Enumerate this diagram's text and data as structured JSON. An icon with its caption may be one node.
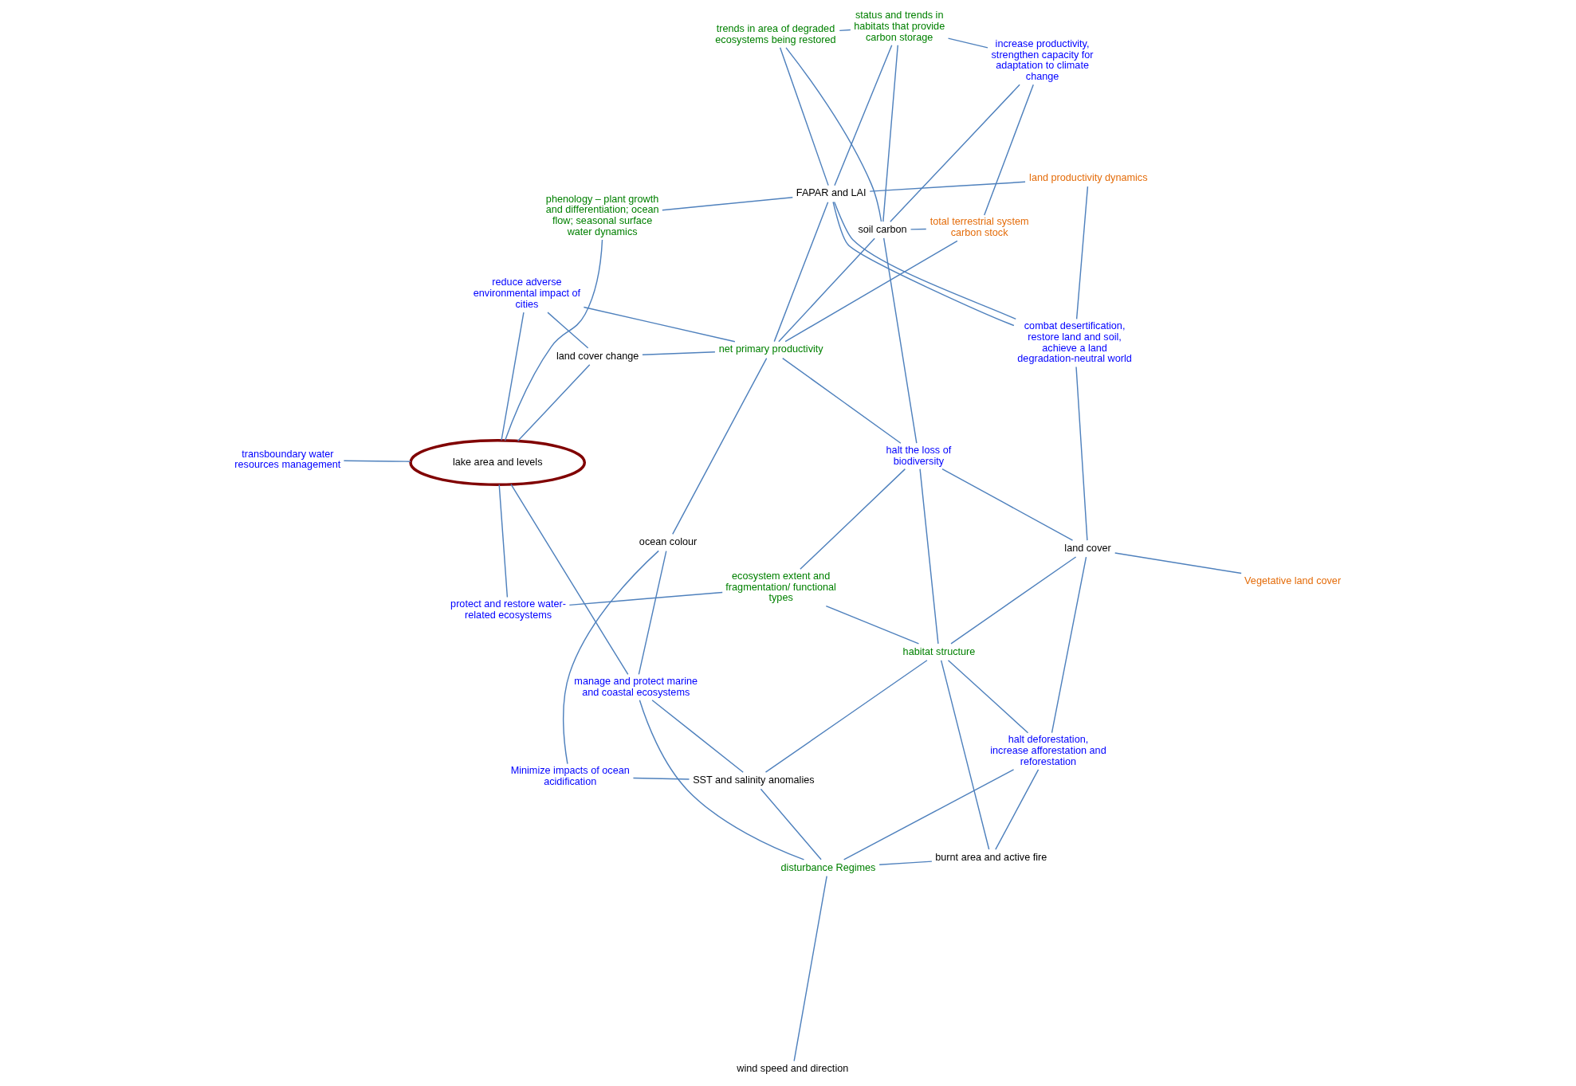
{
  "diagram": {
    "nodes": [
      {
        "text": [
          "transboundary water resources management"
        ]
      },
      {
        "text": [
          "protect and restore water-related ecosystems"
        ]
      },
      {
        "text": [
          "phenology – plant growth and differentiation; ocean flow; seasonal surface water dynamics"
        ]
      },
      {
        "text": [
          "increase productivity, strengthen capacity for adaptation to climate change"
        ]
      },
      {
        "text": [
          "manage and protect marine and coastal ecosystems"
        ]
      },
      {
        "text": [
          "lake area and levels"
        ]
      },
      {
        "text": [
          "reduce adverse environmental impact of cities"
        ]
      },
      {
        "text": [
          "total terrestrial system carbon stock"
        ]
      },
      {
        "text": [
          "status and trends in habitats that provide carbon storage"
        ]
      },
      {
        "text": [
          "SST and salinity anomalies"
        ]
      },
      {
        "text": [
          "land cover change"
        ]
      },
      {
        "text": [
          "Minimize impacts of ocean acidification"
        ]
      },
      {
        "text": [
          "soil carbon"
        ]
      },
      {
        "text": [
          "trends in area of degraded ecosystems being restored"
        ]
      },
      {
        "text": [
          "net primary productivity"
        ]
      },
      {
        "text": [
          "ocean colour"
        ]
      },
      {
        "text": [
          "disturbance Regimes"
        ]
      },
      {
        "text": [
          "ecosystem extent and fragmentation/ functional types"
        ]
      },
      {
        "text": [
          "FAPAR and LAI"
        ]
      },
      {
        "text": [
          "burnt area and active fire"
        ]
      },
      {
        "text": [
          "wind speed and direction"
        ]
      },
      {
        "text": [
          "habitat structure"
        ]
      },
      {
        "text": [
          "halt the loss of biodiversity"
        ]
      },
      {
        "text": [
          "land productivity dynamics"
        ]
      },
      {
        "text": [
          "halt deforestation, increase afforestation and reforestation"
        ]
      },
      {
        "text": [
          "land cover"
        ]
      },
      {
        "text": [
          "Vegetative land cover"
        ]
      },
      {
        "text": [
          "combat desertification, restore land and soil, achieve a land degradation-neutral world"
        ]
      }
    ],
    "edges": [
      {
        "from": 0,
        "to": 5,
        "arrow": "none"
      },
      {
        "from": 1,
        "to": 5,
        "arrow": "none"
      },
      {
        "from": 4,
        "to": 5,
        "arrow": "none"
      },
      {
        "from": 2,
        "to": 5,
        "arrow": "none"
      },
      {
        "from": 5,
        "to": 6,
        "arrow": "none"
      },
      {
        "from": 5,
        "to": 10,
        "arrow": "none"
      },
      {
        "from": 1,
        "to": 17,
        "arrow": "none"
      },
      {
        "from": 4,
        "to": 9,
        "arrow": "none"
      },
      {
        "from": 11,
        "to": 9,
        "arrow": "none"
      },
      {
        "from": 4,
        "to": 15,
        "arrow": "none"
      },
      {
        "from": 4,
        "to": 16,
        "arrow": "none"
      },
      {
        "from": 11,
        "to": 15,
        "arrow": "none"
      },
      {
        "from": 9,
        "to": 16,
        "arrow": "none"
      },
      {
        "from": 9,
        "to": 21,
        "arrow": "none"
      },
      {
        "from": 6,
        "to": 10,
        "arrow": "none"
      },
      {
        "from": 6,
        "to": 14,
        "arrow": "none"
      },
      {
        "from": 10,
        "to": 14,
        "arrow": "none"
      },
      {
        "from": 7,
        "to": 12,
        "arrow": "none"
      },
      {
        "from": 7,
        "to": 14,
        "arrow": "none"
      },
      {
        "from": 7,
        "to": 3,
        "arrow": "none"
      },
      {
        "from": 3,
        "to": 8,
        "arrow": "none"
      },
      {
        "from": 12,
        "to": 3,
        "arrow": "none"
      },
      {
        "from": 12,
        "to": 8,
        "arrow": "none"
      },
      {
        "from": 12,
        "to": 14,
        "arrow": "none"
      },
      {
        "from": 12,
        "to": 13,
        "arrow": "none"
      },
      {
        "from": 8,
        "to": 13,
        "arrow": "none"
      },
      {
        "from": 2,
        "to": 18,
        "arrow": "none"
      },
      {
        "from": 8,
        "to": 18,
        "arrow": "none"
      },
      {
        "from": 13,
        "to": 18,
        "arrow": "none"
      },
      {
        "from": 14,
        "to": 18,
        "arrow": "none"
      },
      {
        "from": 14,
        "to": 15,
        "arrow": "none"
      },
      {
        "from": 14,
        "to": 22,
        "arrow": "none"
      },
      {
        "from": 17,
        "to": 22,
        "arrow": "none"
      },
      {
        "from": 12,
        "to": 22,
        "arrow": "none"
      },
      {
        "from": 16,
        "to": 19,
        "arrow": "none"
      },
      {
        "from": 16,
        "to": 20,
        "arrow": "none"
      },
      {
        "from": 16,
        "to": 24,
        "arrow": "none"
      },
      {
        "from": 19,
        "to": 21,
        "arrow": "none"
      },
      {
        "from": 21,
        "to": 17,
        "arrow": "none"
      },
      {
        "from": 21,
        "to": 22,
        "arrow": "none"
      },
      {
        "from": 24,
        "to": 19,
        "arrow": "none"
      },
      {
        "from": 24,
        "to": 21,
        "arrow": "none"
      },
      {
        "from": 24,
        "to": 25,
        "arrow": "none"
      },
      {
        "from": 25,
        "to": 21,
        "arrow": "none"
      },
      {
        "from": 25,
        "to": 22,
        "arrow": "none"
      },
      {
        "from": 25,
        "to": 26,
        "arrow": "none"
      },
      {
        "from": 25,
        "to": 27,
        "arrow": "none"
      },
      {
        "from": 18,
        "to": 23,
        "arrow": "none"
      },
      {
        "from": 18,
        "to": 27,
        "arrow": "none"
      },
      {
        "from": 18,
        "to": 27,
        "arrow": "none"
      },
      {
        "from": 23,
        "to": 27,
        "arrow": "none"
      }
    ]
  }
}
